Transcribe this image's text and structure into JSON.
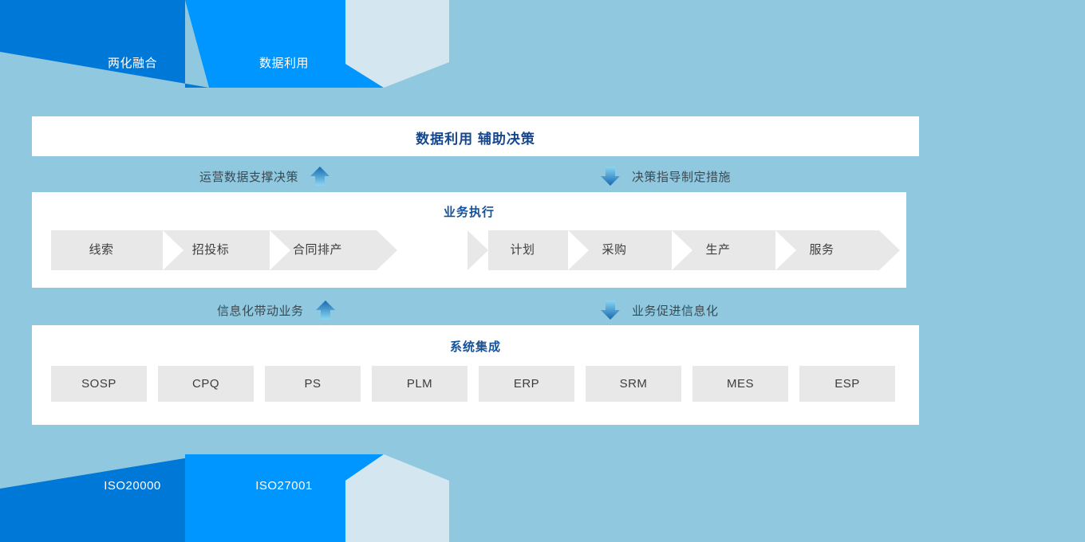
{
  "colors": {
    "background": "#8fc8df",
    "banner_dark": "#0078d7",
    "banner_mid": "#0096ff",
    "banner_light": "#d4e6ef",
    "panel": "#ffffff",
    "title_blue": "#15478f",
    "chip_gray": "#e8e8e8",
    "text_dark": "#3d3d3d",
    "arrow_top": "#1669b0",
    "arrow_bottom": "#7fd0ef"
  },
  "top_banner": {
    "labels": [
      {
        "text": "两化融合"
      },
      {
        "text": "数据利用"
      }
    ]
  },
  "bottom_banner": {
    "labels": [
      {
        "text": "ISO20000"
      },
      {
        "text": "ISO27001"
      }
    ]
  },
  "header_panel": {
    "title": "数据利用 辅助决策"
  },
  "connector_top": {
    "left": {
      "text": "运营数据支撑决策",
      "icon": "arrow-up-icon"
    },
    "right": {
      "text": "决策指导制定措施",
      "icon": "arrow-down-icon"
    }
  },
  "connector_bottom": {
    "left": {
      "text": "信息化带动业务",
      "icon": "arrow-up-icon"
    },
    "right": {
      "text": "业务促进信息化",
      "icon": "arrow-down-icon"
    }
  },
  "business_panel": {
    "title": "业务执行",
    "left_steps": [
      {
        "label": "线索"
      },
      {
        "label": "招投标"
      },
      {
        "label": "合同排产"
      }
    ],
    "right_steps": [
      {
        "label": "计划"
      },
      {
        "label": "采购"
      },
      {
        "label": "生产"
      },
      {
        "label": "服务"
      }
    ]
  },
  "system_panel": {
    "title": "系统集成",
    "systems": [
      {
        "label": "SOSP"
      },
      {
        "label": "CPQ"
      },
      {
        "label": "PS"
      },
      {
        "label": "PLM"
      },
      {
        "label": "ERP"
      },
      {
        "label": "SRM"
      },
      {
        "label": "MES"
      },
      {
        "label": "ESP"
      }
    ]
  }
}
